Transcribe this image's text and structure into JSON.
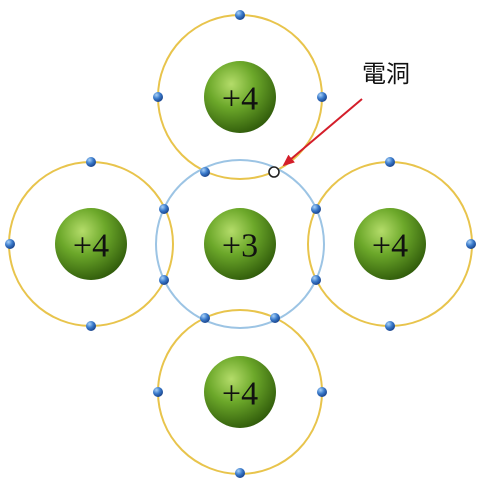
{
  "atoms": {
    "top": {
      "charge": "+4"
    },
    "left": {
      "charge": "+4"
    },
    "center": {
      "charge": "+3"
    },
    "right": {
      "charge": "+4"
    },
    "bottom": {
      "charge": "+4"
    }
  },
  "hole": {
    "label": "電洞"
  },
  "colors": {
    "host_orbit": "#e8c44c",
    "center_orbit": "#9cc4e4",
    "nucleus_light": "#9ccc4a",
    "nucleus_mid": "#5e9a1e",
    "nucleus_dark": "#2f5a0a",
    "electron_light": "#8fc0f0",
    "electron_dark": "#1b4fa0",
    "arrow": "#d41e2a"
  }
}
